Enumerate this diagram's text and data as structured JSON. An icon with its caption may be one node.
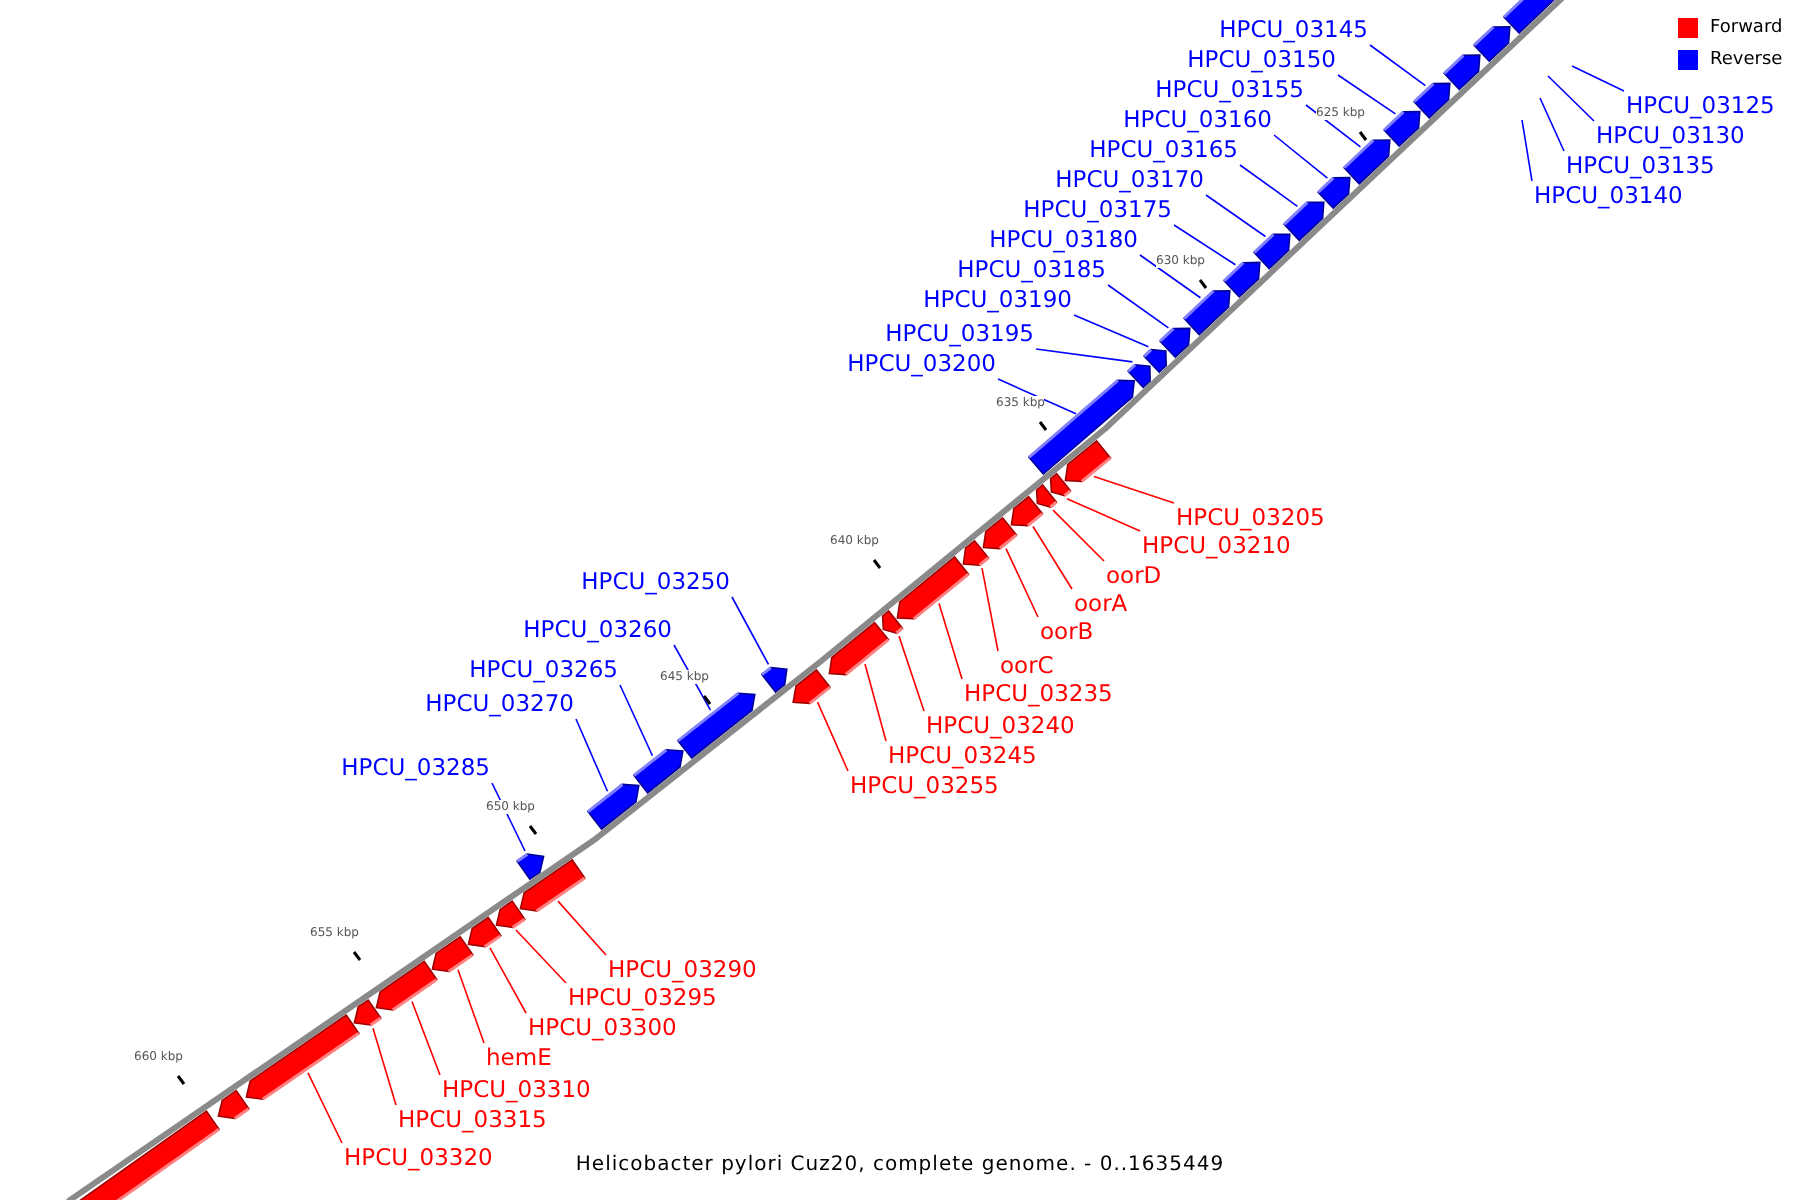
{
  "diagram": {
    "caption": "Helicobacter pylori Cuz20, complete genome. - 0..1635449",
    "nodes": [
      {
        "text": [
          "HPCU_03145"
        ]
      },
      {
        "text": [
          "HPCU_03150"
        ]
      },
      {
        "text": [
          "HPCU_03155"
        ]
      },
      {
        "text": [
          "HPCU_03160"
        ]
      },
      {
        "text": [
          "HPCU_03165"
        ]
      },
      {
        "text": [
          "HPCU_03170"
        ]
      },
      {
        "text": [
          "HPCU_03175"
        ]
      },
      {
        "text": [
          "HPCU_03180"
        ]
      },
      {
        "text": [
          "HPCU_03185"
        ]
      },
      {
        "text": [
          "HPCU_03190"
        ]
      },
      {
        "text": [
          "HPCU_03195"
        ]
      },
      {
        "text": [
          "HPCU_03200"
        ]
      },
      {
        "text": [
          "HPCU_03125"
        ]
      },
      {
        "text": [
          "HPCU_03130"
        ]
      },
      {
        "text": [
          "HPCU_03135"
        ]
      },
      {
        "text": [
          "HPCU_03140"
        ]
      },
      {
        "text": [
          "HPCU_03205"
        ]
      },
      {
        "text": [
          "HPCU_03210"
        ]
      },
      {
        "text": [
          "oorD"
        ]
      },
      {
        "text": [
          "oorA"
        ]
      },
      {
        "text": [
          "oorB"
        ]
      },
      {
        "text": [
          "oorC"
        ]
      },
      {
        "text": [
          "HPCU_03235"
        ]
      },
      {
        "text": [
          "HPCU_03240"
        ]
      },
      {
        "text": [
          "HPCU_03245"
        ]
      },
      {
        "text": [
          "HPCU_03255"
        ]
      },
      {
        "text": [
          "HPCU_03250"
        ]
      },
      {
        "text": [
          "HPCU_03260"
        ]
      },
      {
        "text": [
          "HPCU_03265"
        ]
      },
      {
        "text": [
          "HPCU_03270"
        ]
      },
      {
        "text": [
          "HPCU_03285"
        ]
      },
      {
        "text": [
          "HPCU_03290"
        ]
      },
      {
        "text": [
          "HPCU_03295"
        ]
      },
      {
        "text": [
          "HPCU_03300"
        ]
      },
      {
        "text": [
          "hemE"
        ]
      },
      {
        "text": [
          "HPCU_03310"
        ]
      },
      {
        "text": [
          "HPCU_03315"
        ]
      },
      {
        "text": [
          "HPCU_03320"
        ]
      },
      {
        "text": [],
        "shape": "arrow"
      },
      {
        "text": [],
        "shape": "arrow"
      },
      {
        "text": [],
        "shape": "arrow"
      },
      {
        "text": [],
        "shape": "arrow"
      },
      {
        "text": [],
        "shape": "arrow"
      },
      {
        "text": [],
        "shape": "arrow"
      },
      {
        "text": [],
        "shape": "arrow"
      },
      {
        "text": [],
        "shape": "arrow"
      },
      {
        "text": [],
        "shape": "arrow"
      },
      {
        "text": [],
        "shape": "arrow"
      },
      {
        "text": [],
        "shape": "arrow"
      },
      {
        "text": [],
        "shape": "arrow"
      },
      {
        "text": [],
        "shape": "arrow"
      },
      {
        "text": [],
        "shape": "arrow"
      },
      {
        "text": [],
        "shape": "arrow"
      },
      {
        "text": [],
        "shape": "arrow"
      },
      {
        "text": [],
        "shape": "arrow"
      },
      {
        "text": [],
        "shape": "arrow"
      },
      {
        "text": [],
        "shape": "arrow"
      },
      {
        "text": [],
        "shape": "arrow"
      },
      {
        "text": [],
        "shape": "arrow"
      },
      {
        "text": [],
        "shape": "arrow"
      },
      {
        "text": [],
        "shape": "arrow"
      },
      {
        "text": [],
        "shape": "arrow"
      },
      {
        "text": [],
        "shape": "arrow"
      },
      {
        "text": [],
        "shape": "arrow"
      },
      {
        "text": [],
        "shape": "arrow"
      },
      {
        "text": [],
        "shape": "arrow"
      },
      {
        "text": [],
        "shape": "arrow"
      },
      {
        "text": [],
        "shape": "arrow"
      },
      {
        "text": [],
        "shape": "arrow"
      },
      {
        "text": [],
        "shape": "arrow"
      },
      {
        "text": [],
        "shape": "arrow"
      },
      {
        "text": [],
        "shape": "arrow"
      },
      {
        "text": [],
        "shape": "arrow"
      },
      {
        "text": [],
        "shape": "arrow"
      },
      {
        "text": [],
        "shape": "arrow"
      },
      {
        "text": [],
        "shape": "arrow"
      },
      {
        "text": [],
        "shape": "arrow"
      }
    ],
    "edges": [
      {
        "from": 0,
        "to": 73,
        "arrow": "none"
      },
      {
        "from": 1,
        "to": 72,
        "arrow": "none"
      },
      {
        "from": 2,
        "to": 71,
        "arrow": "none"
      },
      {
        "from": 3,
        "to": 70,
        "arrow": "none"
      },
      {
        "from": 4,
        "to": 69,
        "arrow": "none"
      },
      {
        "from": 5,
        "to": 68,
        "arrow": "none"
      },
      {
        "from": 6,
        "to": 67,
        "arrow": "none"
      },
      {
        "from": 7,
        "to": 66,
        "arrow": "none"
      },
      {
        "from": 8,
        "to": 65,
        "arrow": "none"
      },
      {
        "from": 9,
        "to": 64,
        "arrow": "none"
      },
      {
        "from": 10,
        "to": 63,
        "arrow": "none"
      },
      {
        "from": 11,
        "to": 61,
        "arrow": "none"
      },
      {
        "from": 12,
        "to": null,
        "arrow": "none"
      },
      {
        "from": 13,
        "to": null,
        "arrow": "none"
      },
      {
        "from": 14,
        "to": null,
        "arrow": "none"
      },
      {
        "from": 15,
        "to": null,
        "arrow": "none"
      },
      {
        "from": 16,
        "to": 62,
        "arrow": "none",
        "color": "#ff0000"
      },
      {
        "from": 17,
        "to": 60,
        "arrow": "none",
        "color": "#ff0000"
      },
      {
        "from": 18,
        "to": 59,
        "arrow": "none",
        "color": "#ff0000"
      },
      {
        "from": 19,
        "to": 58,
        "arrow": "none",
        "color": "#ff0000"
      },
      {
        "from": 20,
        "to": 57,
        "arrow": "none",
        "color": "#ff0000"
      },
      {
        "from": 21,
        "to": 56,
        "arrow": "none",
        "color": "#ff0000"
      },
      {
        "from": 22,
        "to": 55,
        "arrow": "none",
        "color": "#ff0000"
      },
      {
        "from": 23,
        "to": 54,
        "arrow": "none",
        "color": "#ff0000"
      },
      {
        "from": 24,
        "to": 53,
        "arrow": "none",
        "color": "#ff0000"
      },
      {
        "from": 25,
        "to": 52,
        "arrow": "none",
        "color": "#ff0000"
      },
      {
        "from": 26,
        "to": 51,
        "arrow": "none"
      },
      {
        "from": 27,
        "to": 50,
        "arrow": "none"
      },
      {
        "from": 28,
        "to": 49,
        "arrow": "none"
      },
      {
        "from": 29,
        "to": 48,
        "arrow": "none"
      },
      {
        "from": 30,
        "to": 47,
        "arrow": "none"
      },
      {
        "from": 31,
        "to": 46,
        "arrow": "none",
        "color": "#ff0000"
      },
      {
        "from": 32,
        "to": 45,
        "arrow": "none",
        "color": "#ff0000"
      },
      {
        "from": 33,
        "to": 44,
        "arrow": "none",
        "color": "#ff0000"
      },
      {
        "from": 34,
        "to": 43,
        "arrow": "none",
        "color": "#ff0000"
      },
      {
        "from": 35,
        "to": 42,
        "arrow": "none",
        "color": "#ff0000"
      },
      {
        "from": 36,
        "to": 41,
        "arrow": "none",
        "color": "#ff0000"
      },
      {
        "from": 37,
        "to": 40,
        "arrow": "none",
        "color": "#ff0000"
      }
    ],
    "labels": [
      "625 kbp",
      "630 kbp",
      "635 kbp",
      "640 kbp",
      "645 kbp",
      "650 kbp",
      "655 kbp",
      "660 kbp"
    ],
    "legend": [
      {
        "text": "Forward",
        "color": "#ff0000"
      },
      {
        "text": "Reverse",
        "color": "#0000ff"
      }
    ]
  }
}
